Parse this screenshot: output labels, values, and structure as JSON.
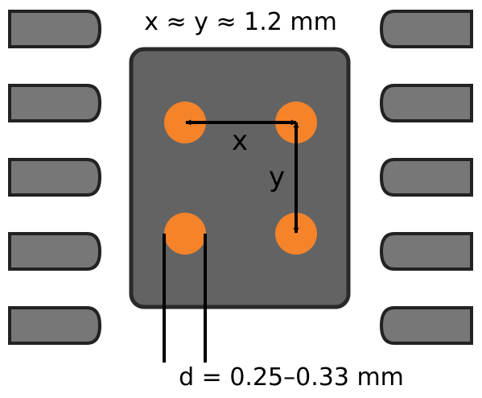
{
  "title": "x ≈ y ≈ 1.2 mm",
  "labels": {
    "x": "x",
    "y": "y",
    "diameter": "d = 0.25–0.33 mm"
  },
  "colors": {
    "pin_fill": "#777777",
    "pin_stroke": "#222222",
    "body_fill": "#636363",
    "body_stroke": "#2a2a2a",
    "dot_fill": "#f5832a",
    "arrow": "#000000"
  }
}
